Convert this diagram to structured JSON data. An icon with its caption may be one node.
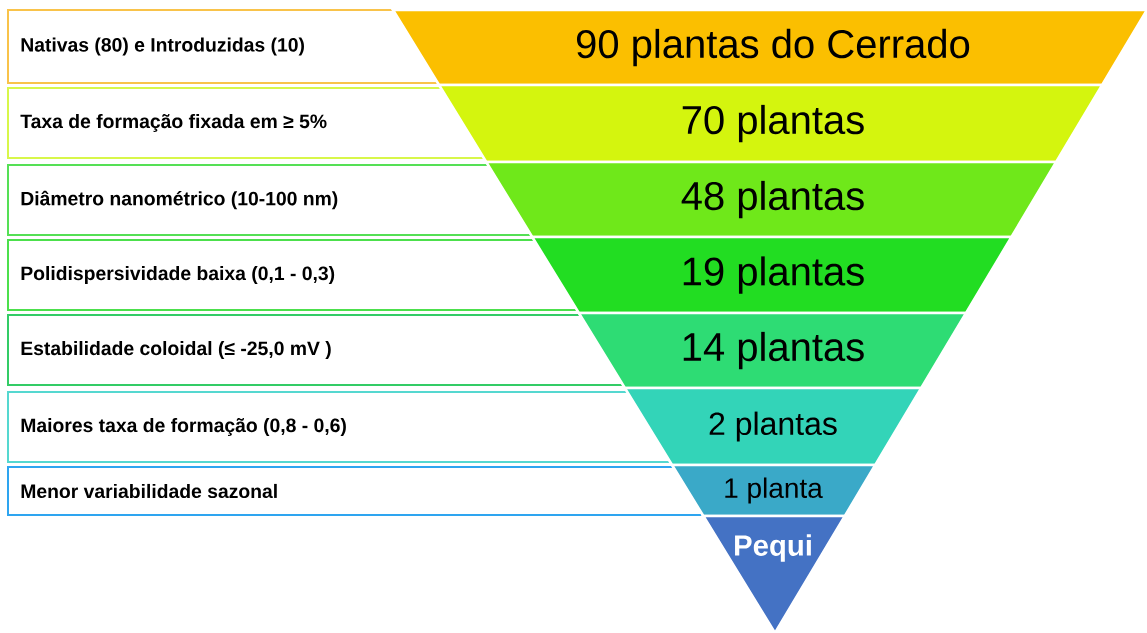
{
  "diagram": {
    "nodes": [
      {
        "text": [
          "Nativas (80) e Introduzidas (10)"
        ]
      },
      {
        "text": [
          "90 plantas do Cerrado"
        ]
      },
      {
        "text": [
          "Taxa de formação fixada em ≥ 5%"
        ]
      },
      {
        "text": [
          "70 plantas"
        ]
      },
      {
        "text": [
          "Diâmetro nanométrico (10-100 nm)"
        ]
      },
      {
        "text": [
          "48 plantas"
        ]
      },
      {
        "text": [
          "Polidispersividade baixa (0,1 - 0,3)"
        ]
      },
      {
        "text": [
          "19 plantas"
        ]
      },
      {
        "text": [
          "Estabilidade coloidal (≤ -25,0 mV )"
        ]
      },
      {
        "text": [
          "14 plantas"
        ]
      },
      {
        "text": [
          "Maiores taxa de formação (0,8 - 0,6)"
        ]
      },
      {
        "text": [
          "2 plantas"
        ]
      },
      {
        "text": [
          "Menor variabilidade sazonal"
        ]
      },
      {
        "text": [
          "1 planta"
        ]
      },
      {
        "text": [
          "Pequi"
        ]
      }
    ]
  }
}
